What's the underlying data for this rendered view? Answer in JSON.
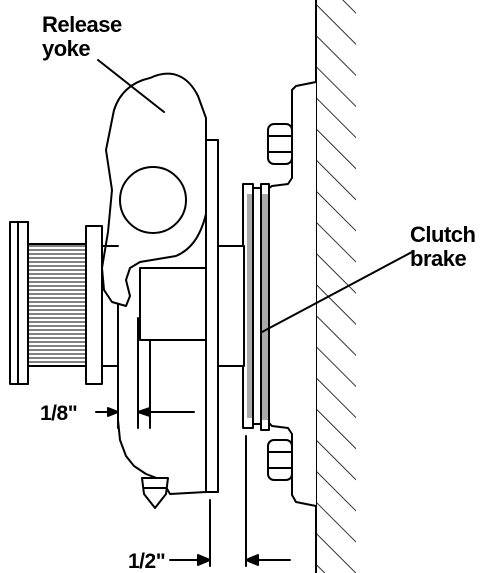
{
  "labels": {
    "release_yoke_line1": "Release",
    "release_yoke_line2": "yoke",
    "clutch_brake_line1": "Clutch",
    "clutch_brake_line2": "brake"
  },
  "dimensions": {
    "gap_small": "1/8\"",
    "gap_large": "1/2\""
  }
}
